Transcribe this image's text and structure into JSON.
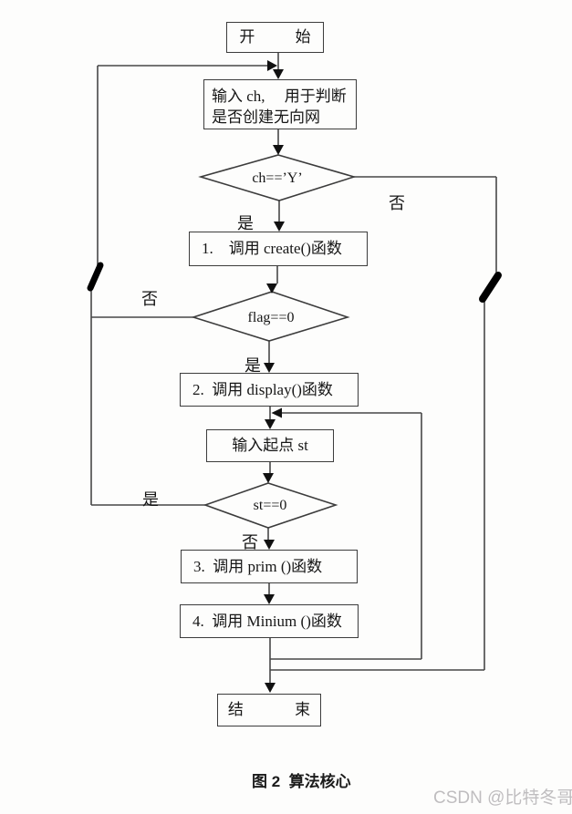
{
  "figure": {
    "caption": "图 2  算法核心",
    "watermark": "CSDN @比特冬哥"
  },
  "flowchart": {
    "nodes": {
      "start": "开 始",
      "input_ch_line1": "输入 ch,     用于判断",
      "input_ch_line2": "是否创建无向网",
      "decision_ch": "ch==’Y’",
      "call_create": "1.    调用 create()函数",
      "decision_flag": "flag==0",
      "call_display": "2.  调用 display()函数",
      "input_st": "输入起点 st",
      "decision_st": "st==0",
      "call_prim": "3.  调用 prim ()函数",
      "call_minium": "4.  调用 Minium ()函数",
      "end": "结 束"
    },
    "branch_labels": {
      "ch_yes": "是",
      "ch_no": "否",
      "flag_no": "否",
      "flag_yes": "是",
      "st_yes": "是",
      "st_no": "否"
    }
  },
  "colors": {
    "line": "#474747",
    "border": "#3c3c3c",
    "arrow": "#111111",
    "ink_mark": "#000000",
    "watermark": "#bfbdbf"
  }
}
